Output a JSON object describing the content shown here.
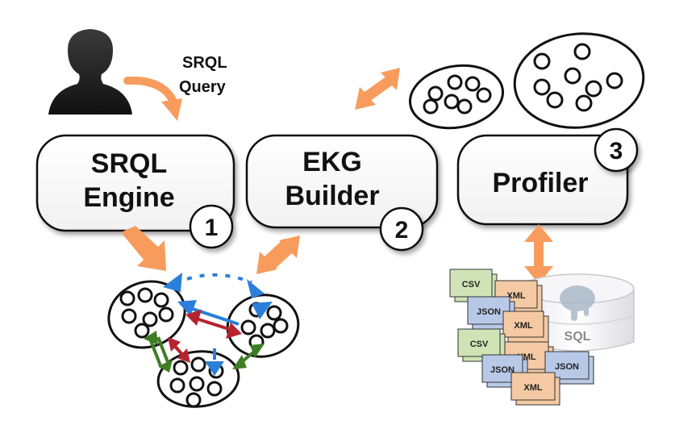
{
  "query_label": {
    "line1": "SRQL",
    "line2": "Query"
  },
  "components": [
    {
      "line1": "SRQL",
      "line2": "Engine",
      "number": "1"
    },
    {
      "line1": "EKG",
      "line2": "Builder",
      "number": "2"
    },
    {
      "line1": "Profiler",
      "line2": "",
      "number": "3"
    }
  ],
  "file_types": [
    "CSV",
    "XML",
    "JSON",
    "XML",
    "CSV",
    "XML",
    "JSON",
    "JSON",
    "XML"
  ],
  "database_label": "SQL",
  "colors": {
    "orange_arrow": "#f79c5d",
    "blue_arrow": "#2b7fd9",
    "red_arrow": "#b5232f",
    "green_arrow": "#3f7d24",
    "csv_doc": "#cfe3b6",
    "json_doc": "#b8c9e8",
    "xml_doc": "#f4c9a3"
  }
}
